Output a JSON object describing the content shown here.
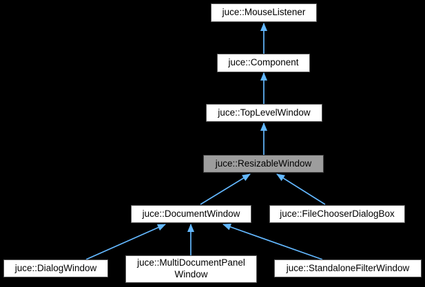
{
  "diagram": {
    "kind": "class-inheritance-graph",
    "selected_node": "juce::ResizableWindow"
  },
  "colors": {
    "page-background": "#000000",
    "node-fill": "#ffffff",
    "node-border": "#5b5b5b",
    "node-text": "#000000",
    "selected-fill": "#9d9d9d",
    "selected-border": "#3f3f3f",
    "edge-color": "#63b8ff"
  },
  "nodes": [
    {
      "label": "juce::MouseListener",
      "selected": false
    },
    {
      "label": "juce::Component",
      "selected": false
    },
    {
      "label": "juce::TopLevelWindow",
      "selected": false
    },
    {
      "label": "juce::ResizableWindow",
      "selected": true
    },
    {
      "label": "juce::DocumentWindow",
      "selected": false
    },
    {
      "label": "juce::FileChooserDialogBox",
      "selected": false
    },
    {
      "label": "juce::DialogWindow",
      "selected": false
    },
    {
      "label": "juce::MultiDocumentPanel\nWindow",
      "selected": false
    },
    {
      "label": "juce::StandaloneFilterWindow",
      "selected": false
    }
  ],
  "edges": [
    {
      "from": "juce::Component",
      "to": "juce::MouseListener"
    },
    {
      "from": "juce::TopLevelWindow",
      "to": "juce::Component"
    },
    {
      "from": "juce::ResizableWindow",
      "to": "juce::TopLevelWindow"
    },
    {
      "from": "juce::DocumentWindow",
      "to": "juce::ResizableWindow"
    },
    {
      "from": "juce::FileChooserDialogBox",
      "to": "juce::ResizableWindow"
    },
    {
      "from": "juce::DialogWindow",
      "to": "juce::DocumentWindow"
    },
    {
      "from": "juce::MultiDocumentPanelWindow",
      "to": "juce::DocumentWindow"
    },
    {
      "from": "juce::StandaloneFilterWindow",
      "to": "juce::DocumentWindow"
    }
  ]
}
